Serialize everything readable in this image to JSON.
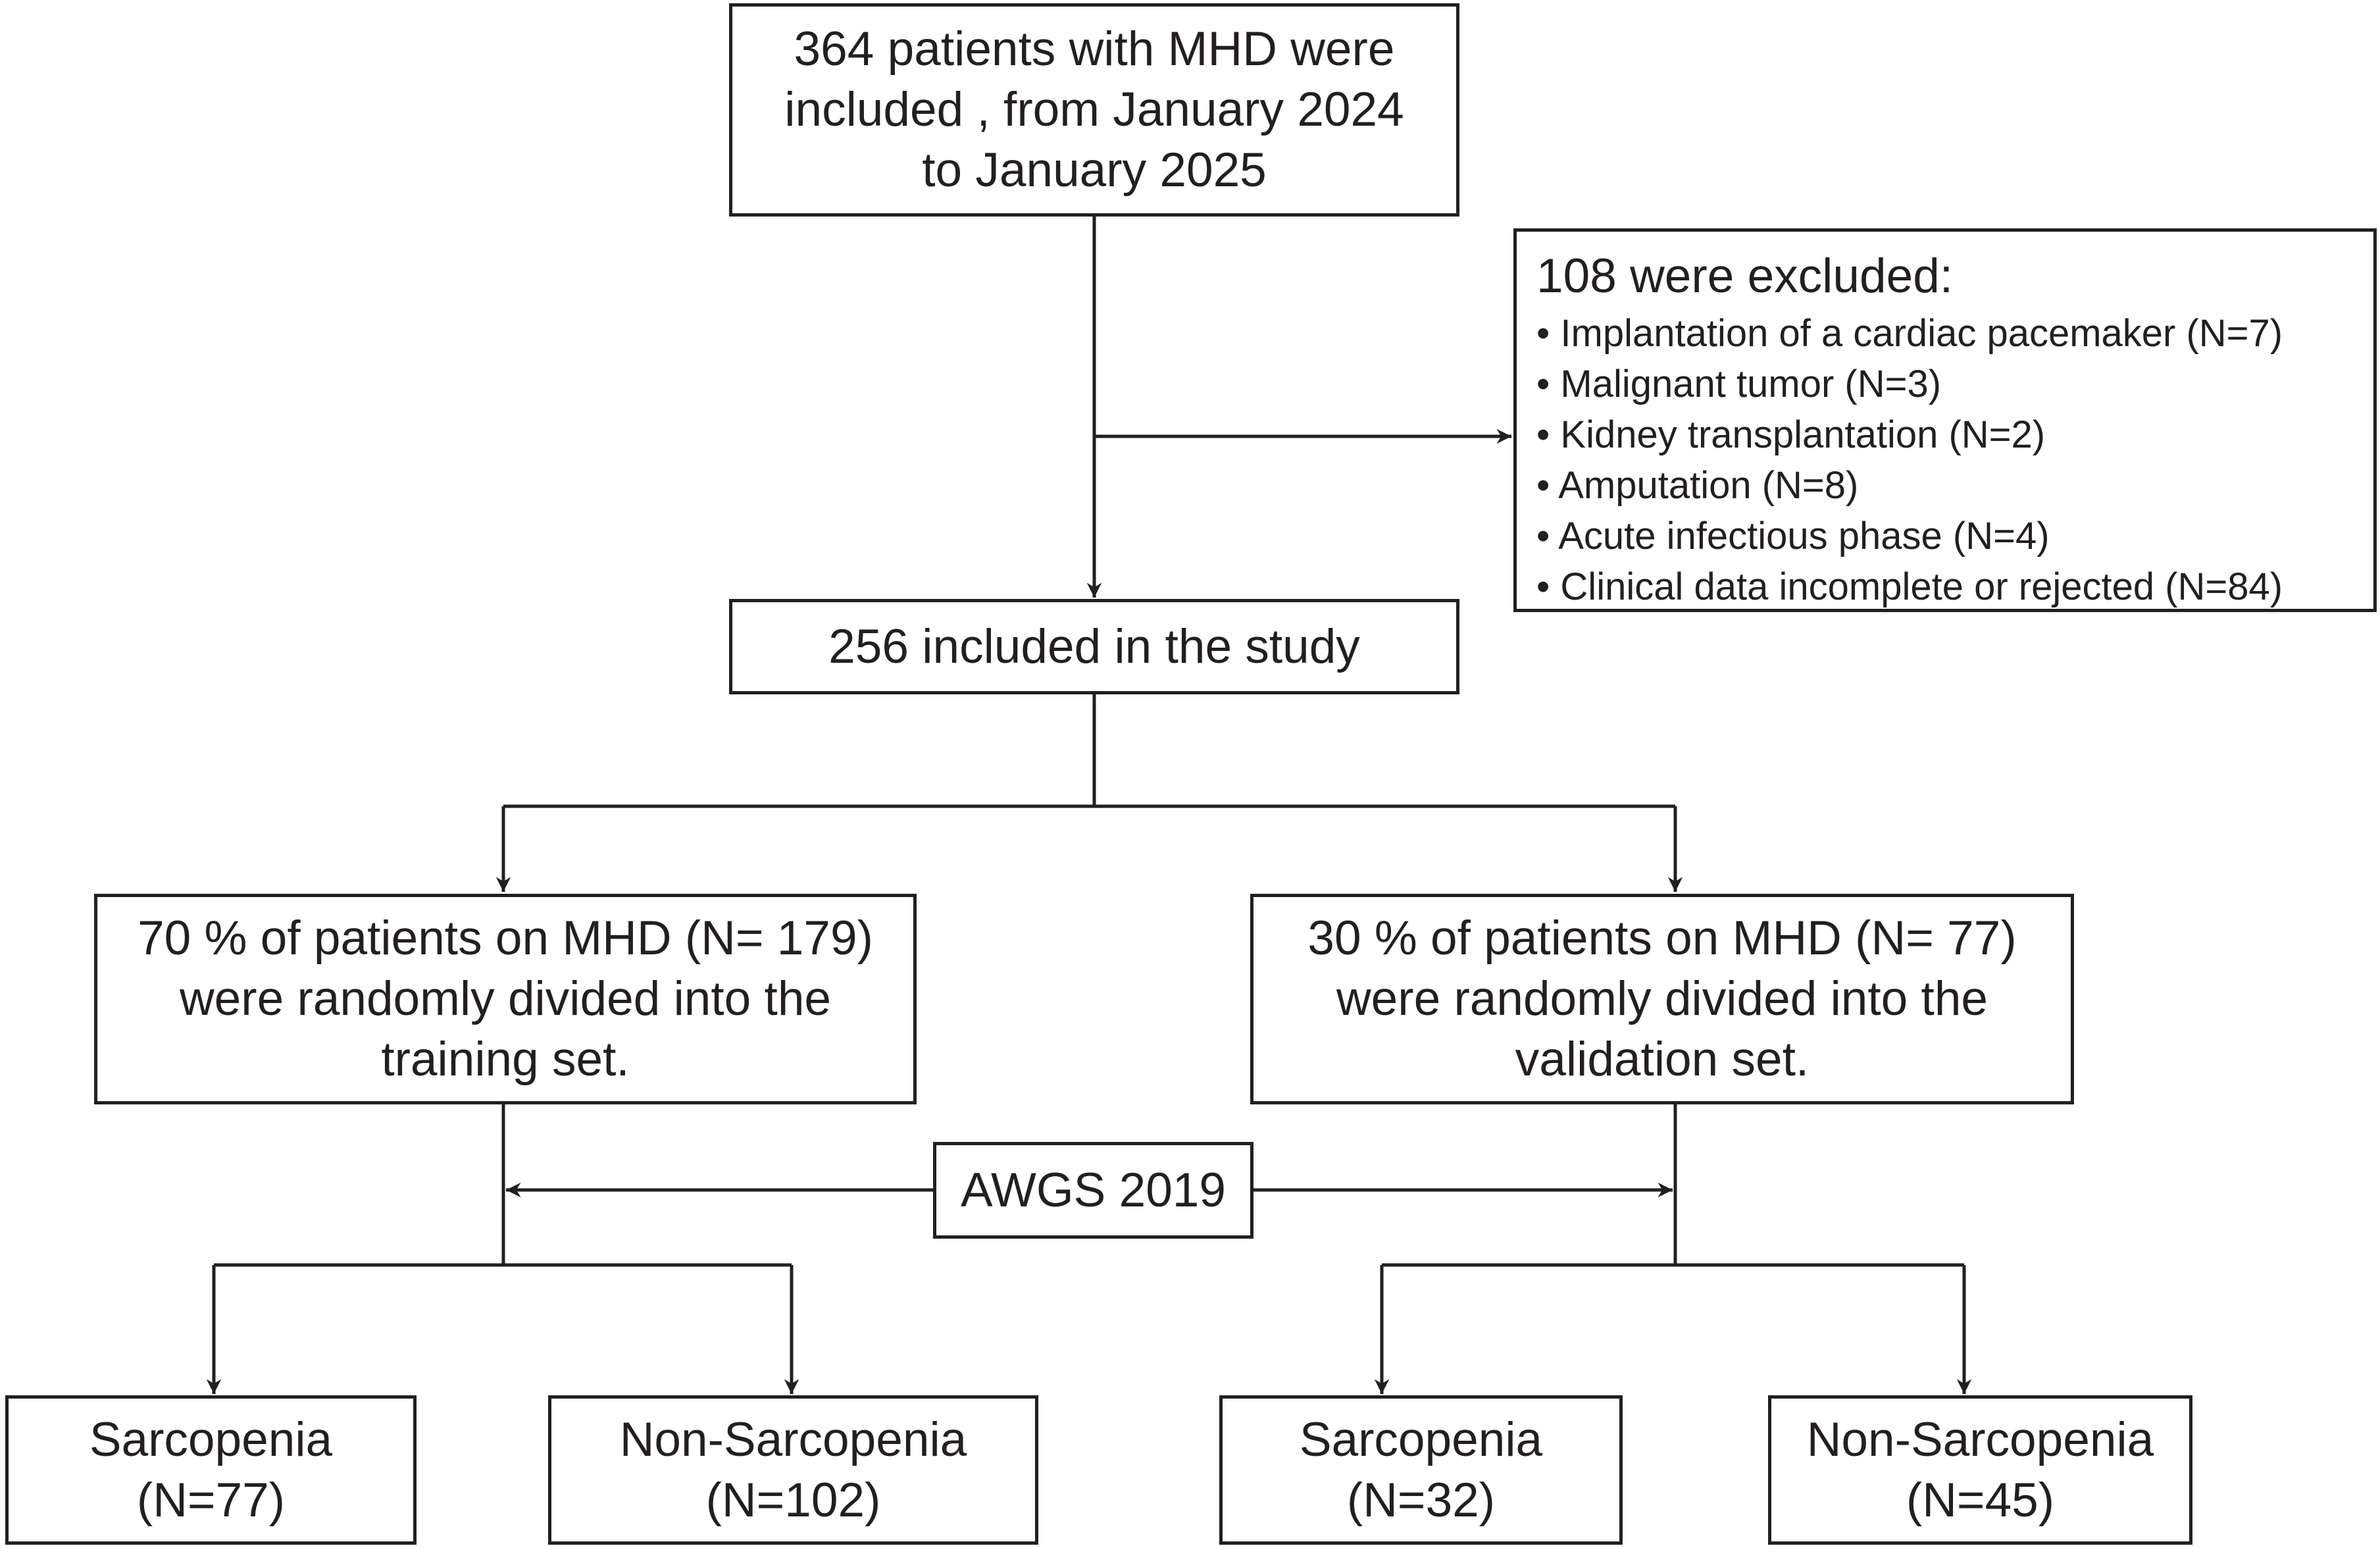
{
  "top_box": {
    "lines": [
      "364 patients with MHD were",
      "included , from January 2024",
      "to January 2025"
    ]
  },
  "exclusion_box": {
    "heading": "108 were excluded:",
    "items": [
      "• Implantation of a cardiac pacemaker (N=7)",
      "• Malignant tumor (N=3)",
      "• Kidney transplantation (N=2)",
      "• Amputation (N=8)",
      "• Acute infectious phase (N=4)",
      "• Clinical data incomplete or rejected (N=84)"
    ]
  },
  "included_box": {
    "text": "256 included in the study"
  },
  "training_box": {
    "lines": [
      "70 % of patients on MHD (N= 179)",
      "were randomly divided into the",
      "training set."
    ]
  },
  "validation_box": {
    "lines": [
      "30 % of patients on MHD (N= 77)",
      "were randomly divided into the",
      "validation set."
    ]
  },
  "criteria_box": {
    "text": "AWGS 2019"
  },
  "outcomes": [
    {
      "label": "Sarcopenia",
      "count": "(N=77)"
    },
    {
      "label": "Non-Sarcopenia",
      "count": "(N=102)"
    },
    {
      "label": "Sarcopenia",
      "count": "(N=32)"
    },
    {
      "label": "Non-Sarcopenia",
      "count": "(N=45)"
    }
  ],
  "colors": {
    "line": "#231f20",
    "text": "#231f20",
    "background": "#ffffff"
  }
}
